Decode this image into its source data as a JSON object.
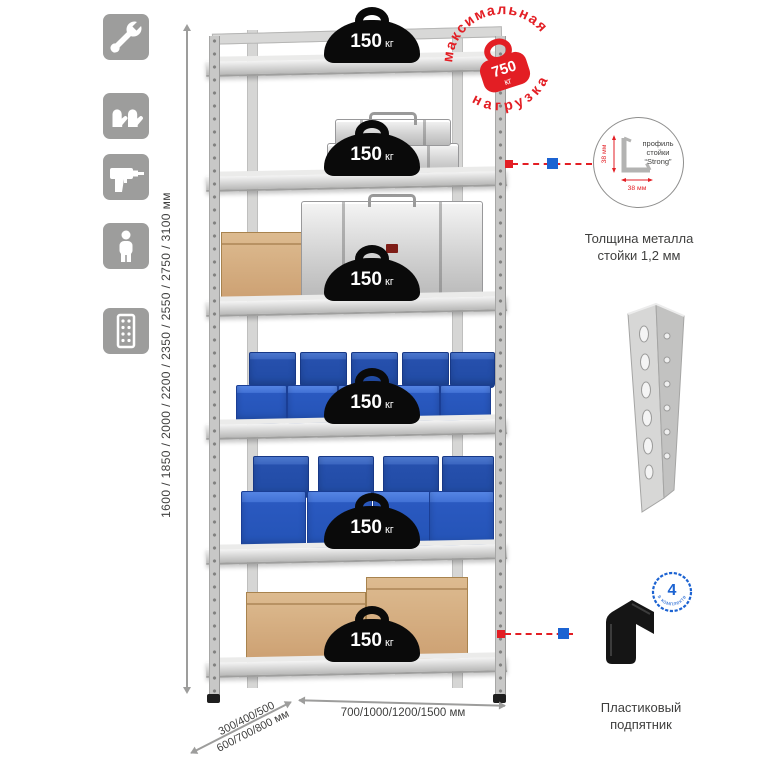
{
  "sidebar": {
    "icons": [
      {
        "name": "wrench-icon"
      },
      {
        "name": "work-gloves-icon"
      },
      {
        "name": "drill-icon"
      },
      {
        "name": "person-icon"
      },
      {
        "name": "perforated-post-icon"
      }
    ]
  },
  "dimensions": {
    "height_range": "1600 / 1850 / 2000 / 2200 / 2350 / 2550 / 2750 / 3100 мм",
    "depth_range_line1": "300/400/500",
    "depth_range_line2": "600/700/800 мм",
    "width_range": "700/1000/1200/1500 мм"
  },
  "rack": {
    "shelves": [
      {
        "load": "150",
        "unit": "кг"
      },
      {
        "load": "150",
        "unit": "кг"
      },
      {
        "load": "150",
        "unit": "кг"
      },
      {
        "load": "150",
        "unit": "кг"
      },
      {
        "load": "150",
        "unit": "кг"
      },
      {
        "load": "150",
        "unit": "кг"
      }
    ]
  },
  "max_load_stamp": {
    "arc_top": "максимальная",
    "arc_bottom": "нагрузка",
    "value": "750",
    "unit": "кг"
  },
  "profile_callout": {
    "label_line1": "профиль",
    "label_line2": "стойки",
    "label_line3": "“Strong”",
    "dim_vertical": "38 мм",
    "dim_horizontal": "38 мм",
    "caption_line1": "Толщина металла",
    "caption_line2": "стойки 1,2 мм"
  },
  "foot_callout": {
    "badge_value": "4",
    "badge_arc": "в комплекте",
    "caption_line1": "Пластиковый",
    "caption_line2": "подпятник"
  },
  "colors": {
    "accent_red": "#e31e24",
    "accent_blue": "#1c63d2",
    "metal_gray": "#c8c8c7",
    "bin_blue": "#2a59c0",
    "cardboard": "#d4ac7d"
  }
}
